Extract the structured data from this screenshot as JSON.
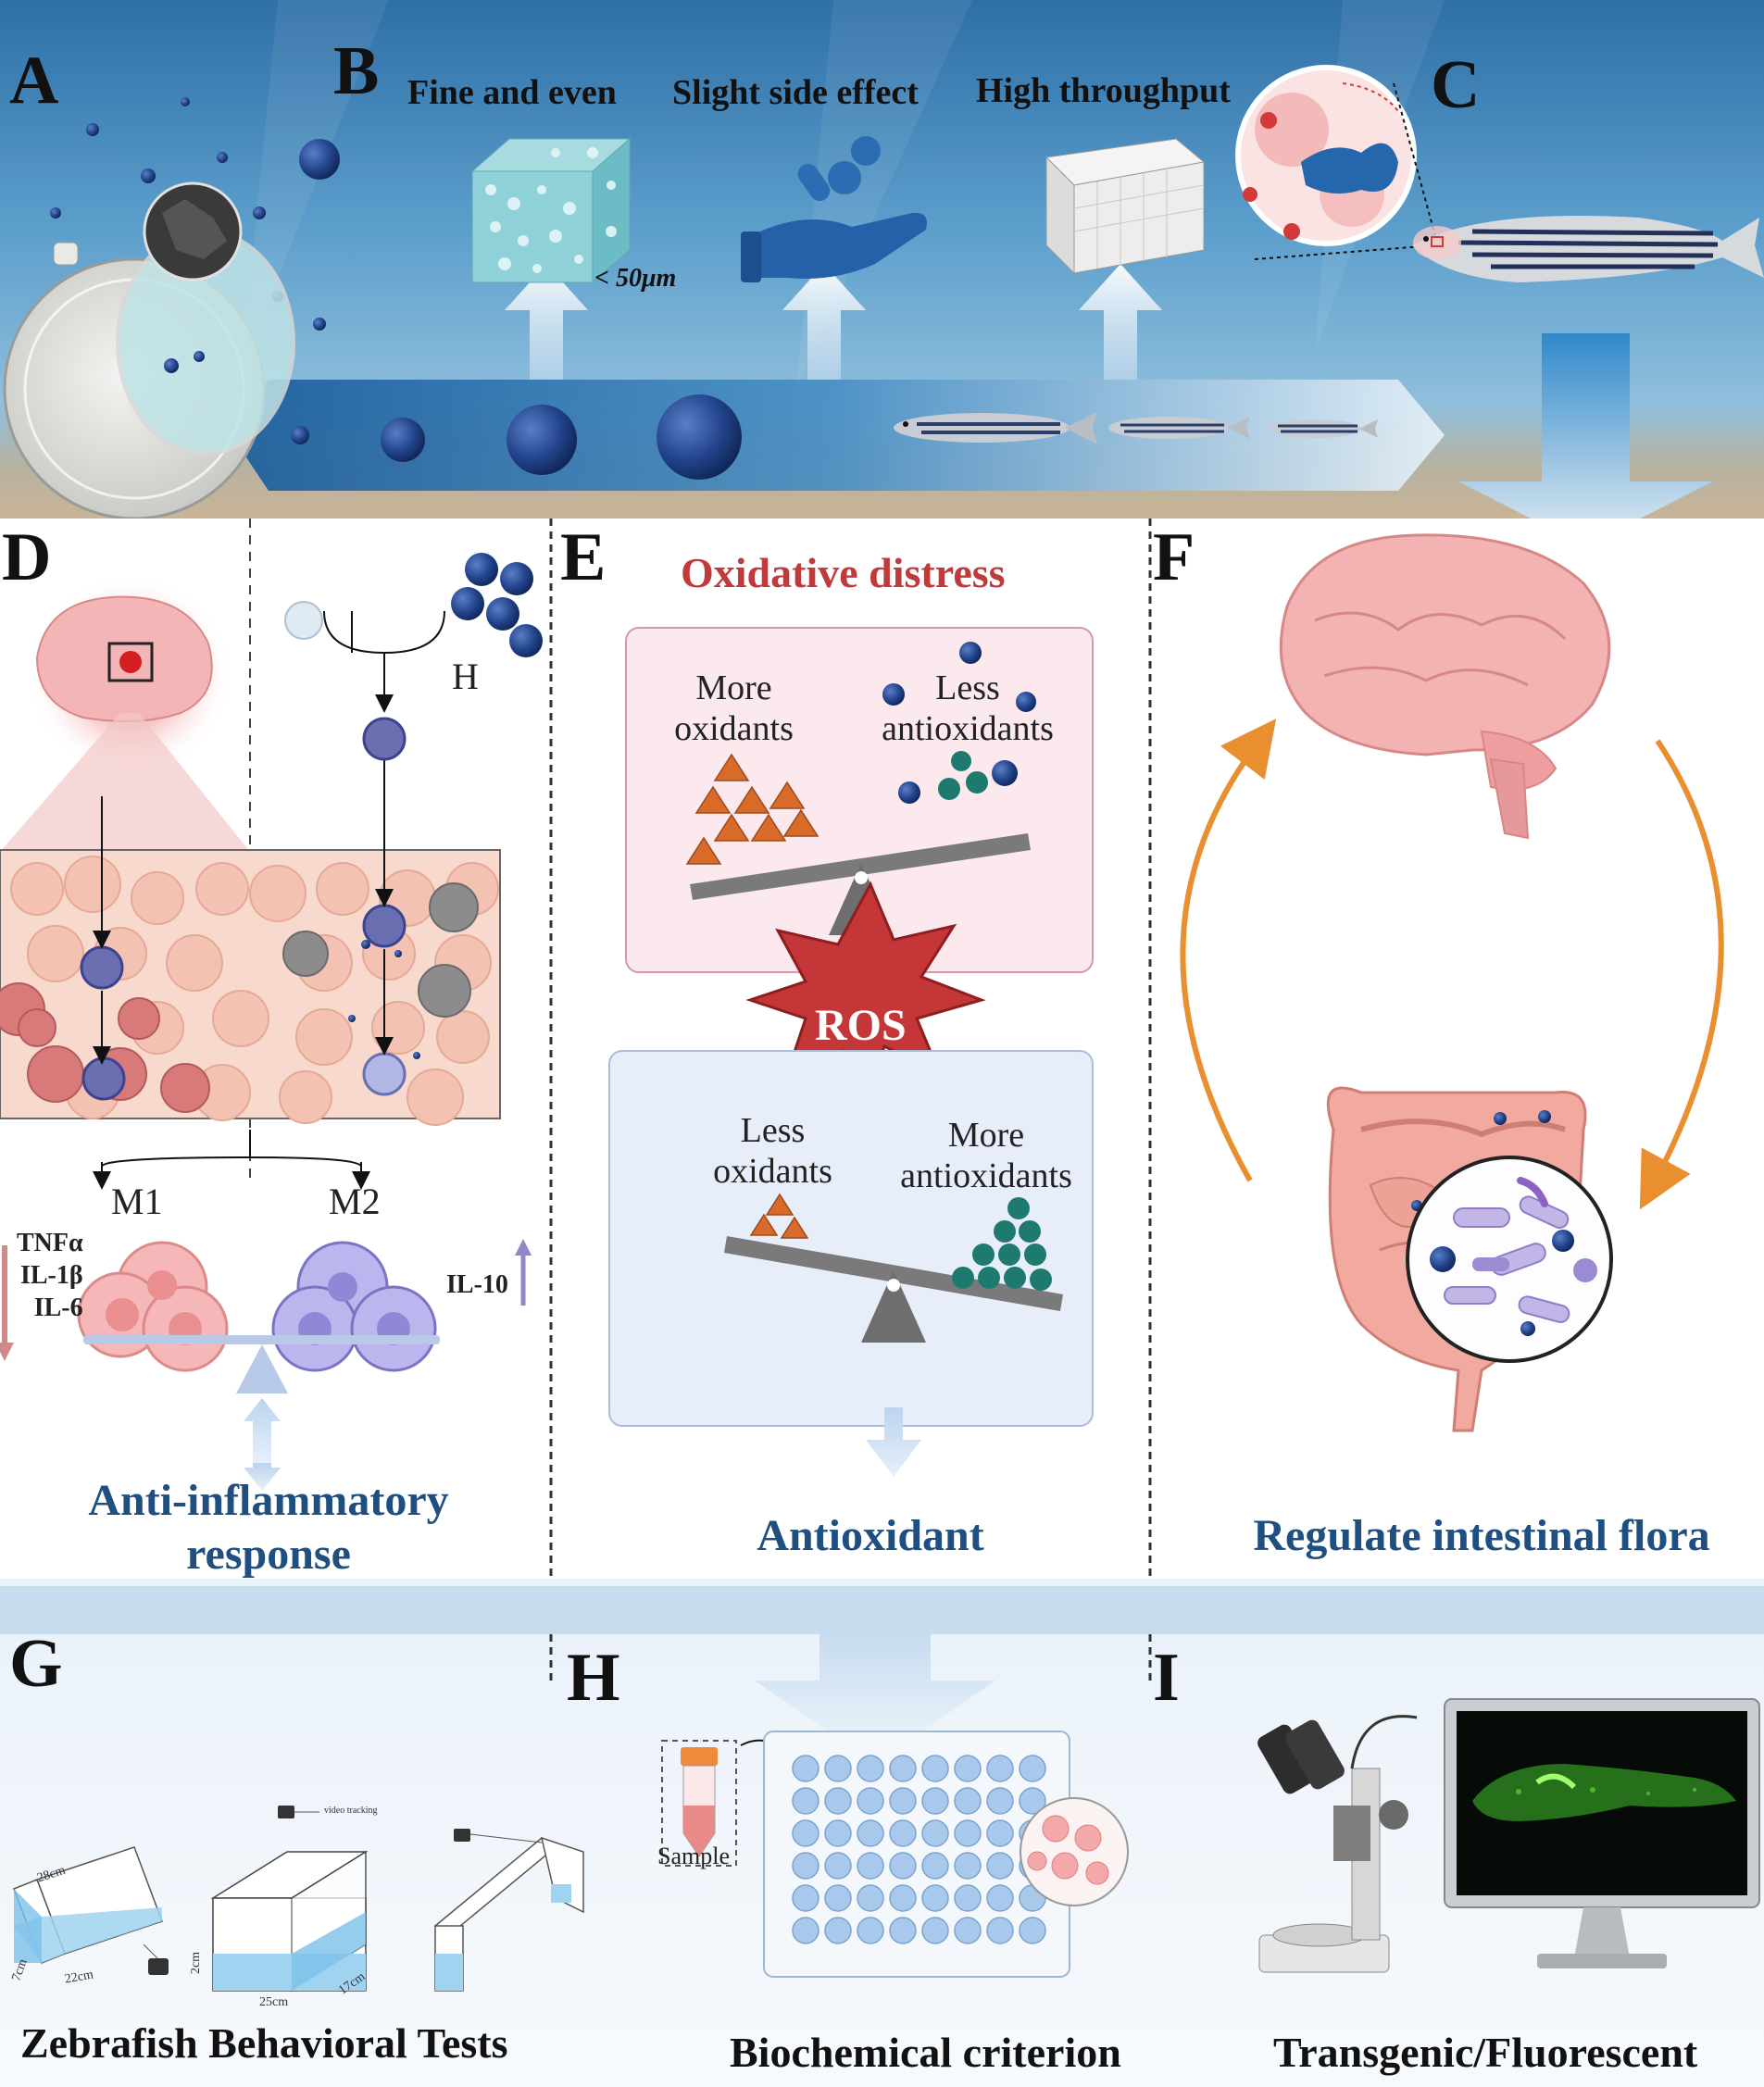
{
  "panels": {
    "A": "A",
    "B": "B",
    "C": "C",
    "D": "D",
    "E": "E",
    "F": "F",
    "G": "G",
    "H": "H",
    "I": "I"
  },
  "top_strip": {
    "features": [
      "Fine and even",
      "Slight side effect",
      "High throughput"
    ],
    "size_note": "< 50μm"
  },
  "panel_d": {
    "h_label": "H",
    "m1": "M1",
    "m2": "M2",
    "cytokines_down": [
      "TNFα",
      "IL-1β",
      "IL-6"
    ],
    "cytokine_up": "IL-10",
    "title_line1": "Anti-inflammatory",
    "title_line2": "response"
  },
  "panel_e": {
    "header": "Oxidative distress",
    "top_left": [
      "More",
      "oxidants"
    ],
    "top_right": [
      "Less",
      "antioxidants"
    ],
    "burst": "ROS",
    "bottom_left": [
      "Less",
      "oxidants"
    ],
    "bottom_right": [
      "More",
      "antioxidants"
    ],
    "title": "Antioxidant"
  },
  "panel_f": {
    "title": "Regulate intestinal flora"
  },
  "panel_g": {
    "title": "Zebrafish Behavioral Tests",
    "dims": [
      "28cm",
      "22cm",
      "7cm",
      "25cm",
      "17cm",
      "2cm"
    ],
    "video_label": "video tracking"
  },
  "panel_h": {
    "title": "Biochemical criterion",
    "sample": "Sample"
  },
  "panel_i": {
    "title": "Transgenic/Fluorescent"
  },
  "colors": {
    "water_top": "#3c7cb4",
    "water_mid": "#6aa7d2",
    "sand": "#c9b497",
    "title_blue": "#1f4e80",
    "alert_red": "#c0393b",
    "orange_arrow": "#e98f2f",
    "teal_bead": "#1e7a6e",
    "bead_blue": "#1d3c7c",
    "oxidant_orange": "#d86a2a"
  }
}
